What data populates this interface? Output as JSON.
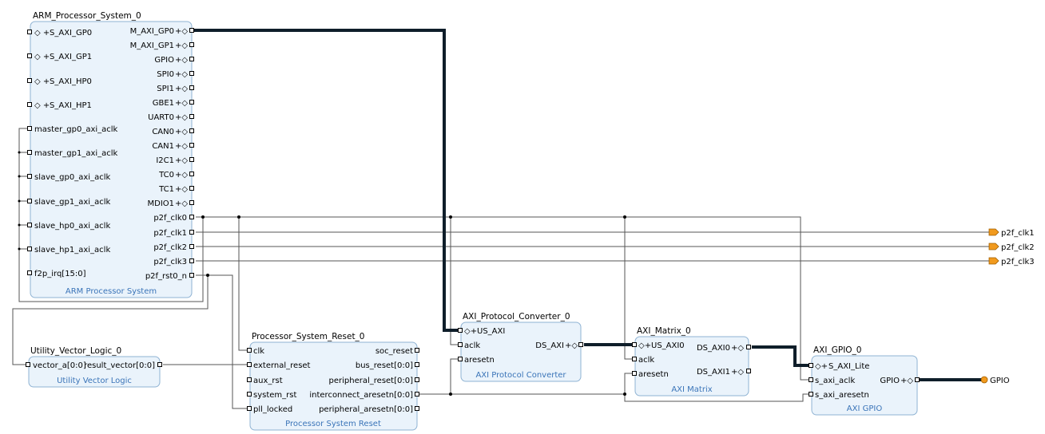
{
  "blocks": {
    "arm": {
      "name": "ARM_Processor_System_0",
      "subtitle": "ARM Processor System",
      "left_ports": [
        "S_AXI_GP0",
        "S_AXI_GP1",
        "S_AXI_HP0",
        "S_AXI_HP1",
        "master_gp0_axi_aclk",
        "master_gp1_axi_aclk",
        "slave_gp0_axi_aclk",
        "slave_gp1_axi_aclk",
        "slave_hp0_axi_aclk",
        "slave_hp1_axi_aclk",
        "f2p_irq[15:0]"
      ],
      "right_ports": [
        "M_AXI_GP0",
        "M_AXI_GP1",
        "GPIO",
        "SPI0",
        "SPI1",
        "GBE1",
        "UART0",
        "CAN0",
        "CAN1",
        "I2C1",
        "TC0",
        "TC1",
        "MDIO1",
        "p2f_clk0",
        "p2f_clk1",
        "p2f_clk2",
        "p2f_clk3",
        "p2f_rst0_n"
      ]
    },
    "uvl": {
      "name": "Utility_Vector_Logic_0",
      "subtitle": "Utility Vector Logic",
      "left_ports": [
        "vector_a[0:0]"
      ],
      "right_ports": [
        "result_vector[0:0]"
      ]
    },
    "psr": {
      "name": "Processor_System_Reset_0",
      "subtitle": "Processor System Reset",
      "left_ports": [
        "clk",
        "external_reset",
        "aux_rst",
        "system_rst",
        "pll_locked"
      ],
      "right_ports": [
        "soc_reset",
        "bus_reset[0:0]",
        "peripheral_reset[0:0]",
        "interconnect_aresetn[0:0]",
        "peripheral_aresetn[0:0]"
      ]
    },
    "apc": {
      "name": "AXI_Protocol_Converter_0",
      "subtitle": "AXI Protocol Converter",
      "left_ports": [
        "US_AXI",
        "aclk",
        "aresetn"
      ],
      "right_ports": [
        "DS_AXI"
      ]
    },
    "axm": {
      "name": "AXI_Matrix_0",
      "subtitle": "AXI Matrix",
      "left_ports": [
        "US_AXI0",
        "aclk",
        "aresetn"
      ],
      "right_ports": [
        "DS_AXI0",
        "DS_AXI1"
      ]
    },
    "gpio": {
      "name": "AXI_GPIO_0",
      "subtitle": "AXI GPIO",
      "left_ports": [
        "S_AXI_Lite",
        "s_axi_aclk",
        "s_axi_aresetn"
      ],
      "right_ports": [
        "GPIO"
      ]
    }
  },
  "external_ports": [
    "p2f_clk1",
    "p2f_clk2",
    "p2f_clk3",
    "GPIO"
  ]
}
